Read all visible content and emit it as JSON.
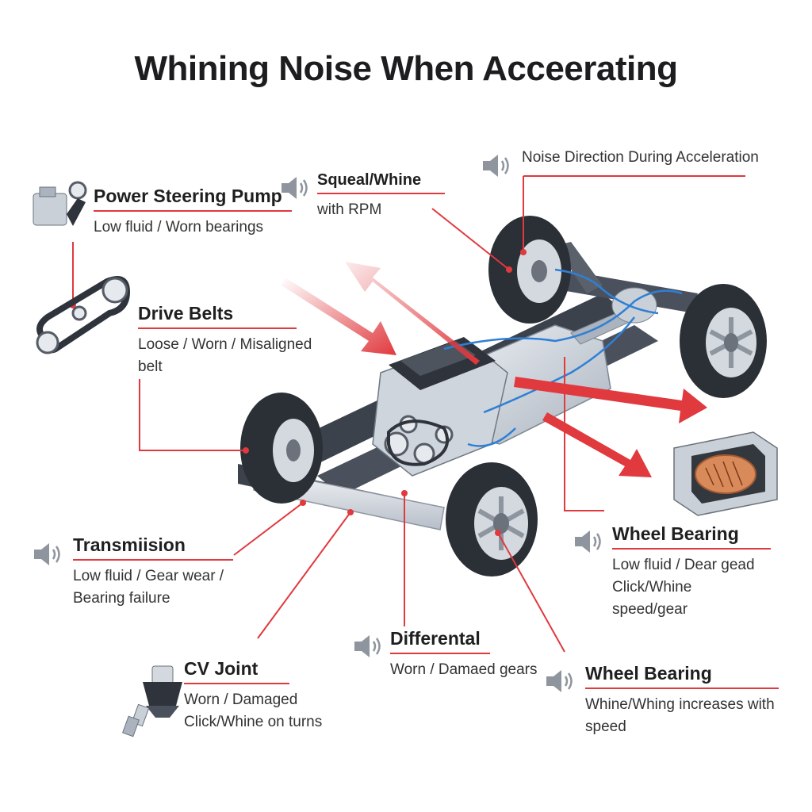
{
  "title": "Whining Noise When Acceerating",
  "callouts": {
    "power_steering": {
      "head": "Power Steering Pump",
      "body": [
        "Low fluid / Worn bearings"
      ]
    },
    "squeal": {
      "head": "Squeal/Whine",
      "body": [
        "with RPM"
      ]
    },
    "noise_direction": {
      "head": "Noise Direction During Acceleration"
    },
    "drive_belts": {
      "head": "Drive Belts",
      "body": [
        "Loose / Worn / Misaligned",
        "belt"
      ]
    },
    "transmission": {
      "head": "Transmiision",
      "body": [
        "Low fluid / Gear wear /",
        "Bearing failure"
      ]
    },
    "wheel_bearing_right": {
      "head": "Wheel Bearing",
      "body": [
        "Low fluid / Dear gead",
        "Click/Whine",
        "speed/gear"
      ]
    },
    "differential": {
      "head": "Differental",
      "body": [
        "Worn / Damaed gears"
      ]
    },
    "cv_joint": {
      "head": "CV Joint",
      "body": [
        "Worn / Damaged",
        "Click/Whine on turns"
      ]
    },
    "wheel_bearing_bottom": {
      "head": "Wheel Bearing",
      "body": [
        "Whine/Whing increases with",
        "speed"
      ]
    }
  },
  "colors": {
    "accent_red": "#e0393e",
    "wire_blue": "#2f7fd6",
    "tire": "#2b2f36",
    "chassis": "#3c424c",
    "metal": "#c9d0d8"
  },
  "icons": [
    "speaker-icon",
    "pump-icon",
    "belt-icon",
    "bearing-icon",
    "cv-joint-icon"
  ]
}
